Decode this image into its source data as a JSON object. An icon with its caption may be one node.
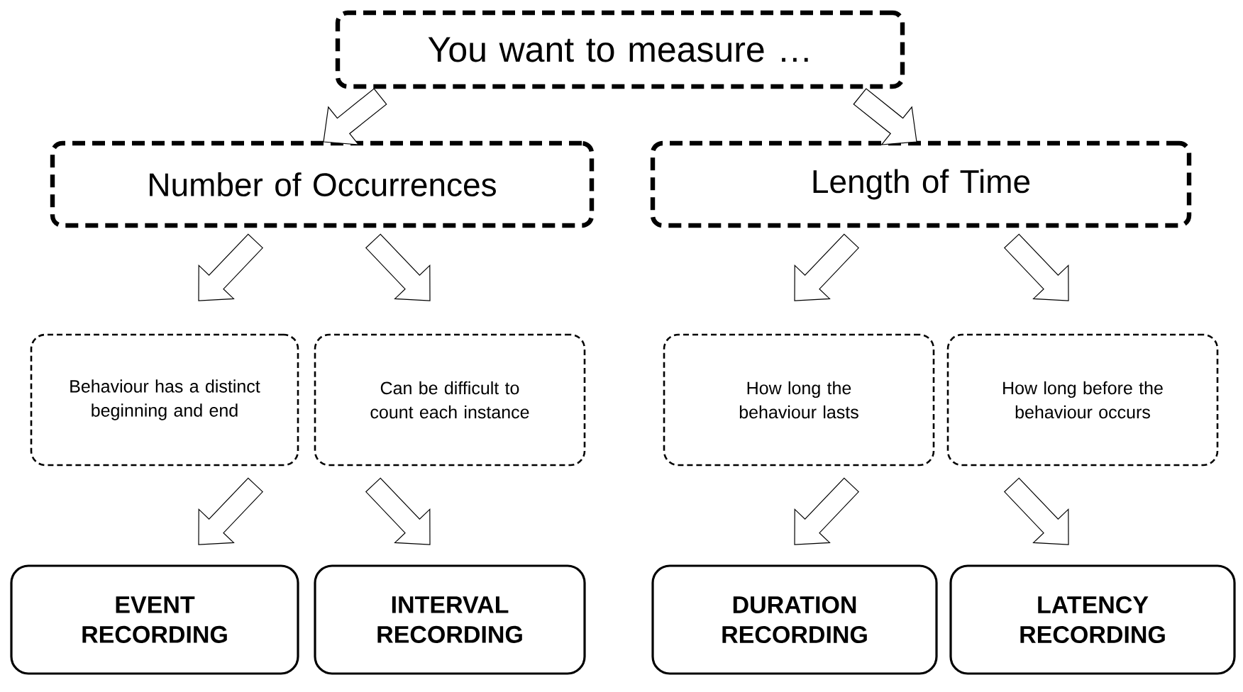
{
  "diagram": {
    "nodes": [
      {
        "text": [
          "You want to measure …"
        ]
      },
      {
        "text": [
          "Number of Occurrences"
        ]
      },
      {
        "text": [
          "Length of Time"
        ]
      },
      {
        "text": [
          "Behaviour has a distinct beginning and end"
        ]
      },
      {
        "text": [
          "Can be difficult to count each instance"
        ]
      },
      {
        "text": [
          "How long the behaviour lasts"
        ]
      },
      {
        "text": [
          "How long before the behaviour occurs"
        ]
      },
      {
        "text": [
          "EVENT RECORDING"
        ]
      },
      {
        "text": [
          "INTERVAL RECORDING"
        ]
      },
      {
        "text": [
          "DURATION RECORDING"
        ]
      },
      {
        "text": [
          "LATENCY RECORDING"
        ]
      }
    ],
    "edges": [
      {
        "from": 0,
        "to": 1,
        "arrow": "to"
      },
      {
        "from": 0,
        "to": 2,
        "arrow": "to"
      },
      {
        "from": 1,
        "to": 3,
        "arrow": "to"
      },
      {
        "from": 1,
        "to": 4,
        "arrow": "to"
      },
      {
        "from": 2,
        "to": 5,
        "arrow": "to"
      },
      {
        "from": 2,
        "to": 6,
        "arrow": "to"
      },
      {
        "from": 3,
        "to": 7,
        "arrow": "to"
      },
      {
        "from": 4,
        "to": 8,
        "arrow": "to"
      },
      {
        "from": 5,
        "to": 9,
        "arrow": "to"
      },
      {
        "from": 6,
        "to": 10,
        "arrow": "to"
      }
    ]
  }
}
